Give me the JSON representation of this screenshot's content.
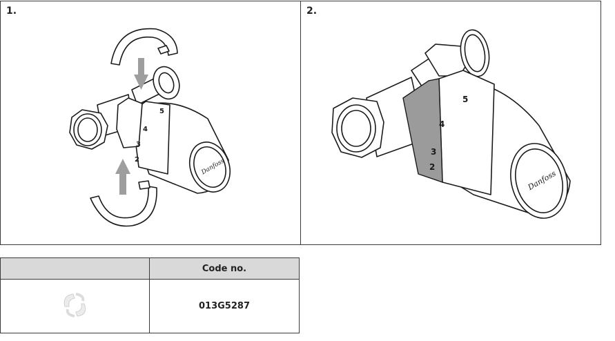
{
  "steps": [
    {
      "number": "1."
    },
    {
      "number": "2."
    }
  ],
  "dial": {
    "scale_marks": [
      "2",
      "3",
      "4",
      "5"
    ],
    "logo_text": "Danfoss"
  },
  "table": {
    "headers": [
      "",
      "Code no."
    ],
    "rows": [
      {
        "code": "013G5287"
      }
    ]
  },
  "colors": {
    "arrow": "#9e9e9e",
    "clip_band": "#9b9b9b",
    "outline": "#1a1a1a"
  }
}
